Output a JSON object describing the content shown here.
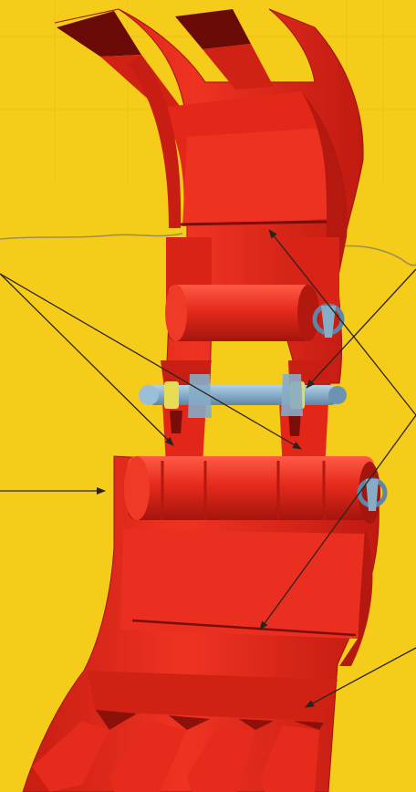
{
  "figure": {
    "colors": {
      "background": "#f6cc1a",
      "background_grid": "#e7bd14",
      "crack": "#9b8e52",
      "bucket_red": "#e62a1c",
      "bucket_shadow": "#b01810",
      "bucket_dark": "#6b0b08",
      "bucket_highlight": "#ff4a35",
      "pin_blue": "#86acc8",
      "pin_dark": "#5f86a5",
      "collar_yellow": "#e6dc55",
      "leader_line": "#2a2420"
    },
    "parts": [
      {
        "id": "upper-bucket",
        "icon": "ripper-bucket-upper"
      },
      {
        "id": "lower-bucket",
        "icon": "ripper-bucket-lower"
      },
      {
        "id": "connecting-pin",
        "icon": "pin-with-collars"
      },
      {
        "id": "lifting-hooks",
        "icon": "shackle-hook"
      }
    ],
    "callouts": [
      {
        "id": "callout-left-upper-1",
        "target": "lower-bucket-mount-ear-left"
      },
      {
        "id": "callout-left-upper-2",
        "target": "lower-bucket-mount-ear-right"
      },
      {
        "id": "callout-left-middle",
        "target": "lower-bucket-side-plate"
      },
      {
        "id": "callout-right-upper",
        "target": "pin-collar-right"
      },
      {
        "id": "callout-right-middle-1",
        "target": "upper-bucket-cross-bar"
      },
      {
        "id": "callout-right-middle-2",
        "target": "lower-bucket-cross-bar"
      },
      {
        "id": "callout-right-lower",
        "target": "lower-bucket-tooth"
      }
    ]
  }
}
